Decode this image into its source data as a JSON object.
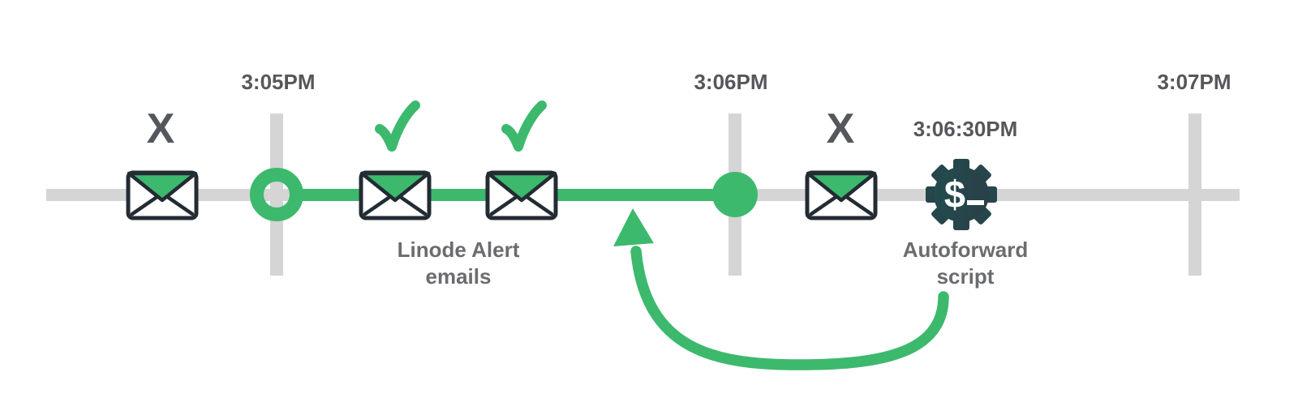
{
  "diagram": {
    "type": "timeline",
    "background": "#ffffff"
  },
  "timeline": {
    "ticks": [
      {
        "label": "3:05PM"
      },
      {
        "label": "3:06PM"
      },
      {
        "label": "3:07PM"
      }
    ],
    "script_time_label": "3:06:30PM"
  },
  "captions": {
    "alert_line1": "Linode Alert",
    "alert_line2": "emails",
    "script_line1": "Autoforward",
    "script_line2": "script"
  },
  "marks": {
    "blocked": "X",
    "gear_prompt": "$",
    "gear_cursor": "_"
  },
  "icons": {
    "envelope": "✉",
    "check": "✓",
    "blocked": "✕",
    "gear": "⚙",
    "loop_arrow": "↶"
  },
  "colors": {
    "accent_green": "#3cb96d",
    "line_gray": "#d5d5d5",
    "time_label_gray": "#55575a",
    "caption_gray": "#6b6c6f",
    "x_mark_gray": "#54575b",
    "envelope_outline": "#232b33",
    "gear_gradient_start": "#1f4f4f",
    "gear_gradient_end": "#2d3c48"
  }
}
